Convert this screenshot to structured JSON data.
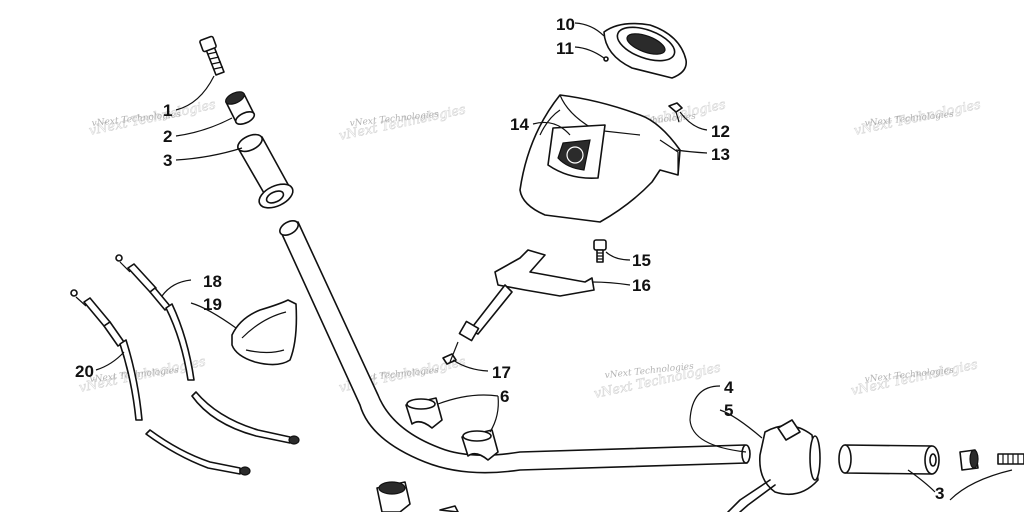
{
  "callouts": [
    {
      "id": "c1",
      "label": "1"
    },
    {
      "id": "c2",
      "label": "2"
    },
    {
      "id": "c3",
      "label": "3"
    },
    {
      "id": "c3b",
      "label": "3"
    },
    {
      "id": "c4",
      "label": "4"
    },
    {
      "id": "c5",
      "label": "5"
    },
    {
      "id": "c6",
      "label": "6"
    },
    {
      "id": "c10",
      "label": "10"
    },
    {
      "id": "c11",
      "label": "11"
    },
    {
      "id": "c12",
      "label": "12"
    },
    {
      "id": "c13",
      "label": "13"
    },
    {
      "id": "c14",
      "label": "14"
    },
    {
      "id": "c15",
      "label": "15"
    },
    {
      "id": "c16",
      "label": "16"
    },
    {
      "id": "c17",
      "label": "17"
    },
    {
      "id": "c18",
      "label": "18"
    },
    {
      "id": "c19",
      "label": "19"
    },
    {
      "id": "c20",
      "label": "20"
    }
  ],
  "watermark": {
    "text": "vNext Technologies"
  },
  "colors": {
    "line": "#111111",
    "watermark": "#9a9a9a",
    "background": "#ffffff"
  }
}
